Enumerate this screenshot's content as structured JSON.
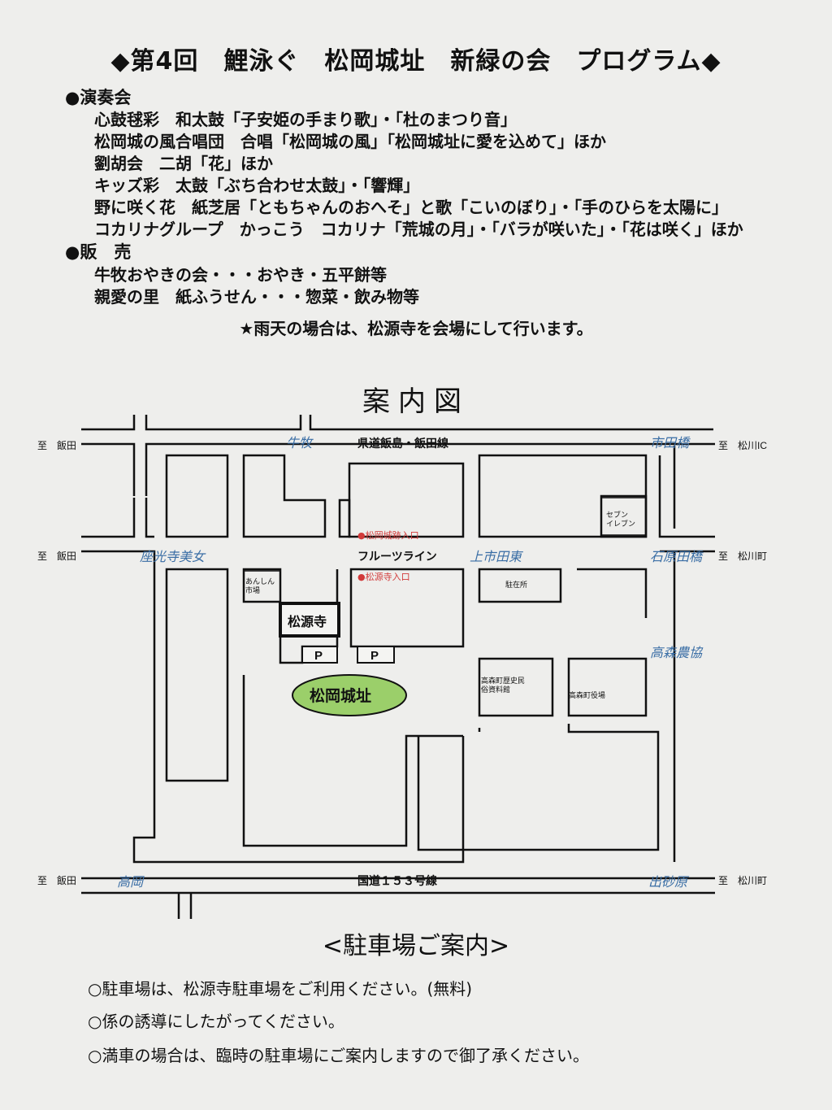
{
  "title": "◆第4回　鯉泳ぐ　松岡城址　新緑の会　プログラム◆",
  "program": {
    "performance_heading": "●演奏会",
    "performances": [
      "心鼓毬彩　和太鼓「子安姫の手まり歌」・「杜のまつり音」",
      "松岡城の風合唱団　合唱「松岡城の風」「松岡城址に愛を込めて」ほか",
      "劉胡会　二胡「花」ほか",
      "キッズ彩　太鼓「ぶち合わせ太鼓」・「響輝」",
      "野に咲く花　紙芝居「ともちゃんのおへそ」と歌「こいのぼり」・「手のひらを太陽に」",
      "コカリナグループ　かっこう　コカリナ「荒城の月」・「バラが咲いた」・「花は咲く」ほか"
    ],
    "sales_heading": "●販　売",
    "sales": [
      "牛牧おやきの会・・・おやき・五平餅等",
      "親愛の里　紙ふうせん・・・惣菜・飲み物等"
    ],
    "rain_note": "★雨天の場合は、松源寺を会場にして行います。"
  },
  "map": {
    "title": "案内図",
    "labels": {
      "to_iida_1": "至　飯田",
      "to_iida_2": "至　飯田",
      "to_iida_3": "至　飯田",
      "to_matsukawa_ic": "至　松川IC",
      "to_matsukawa_1": "至　松川町",
      "to_matsukawa_2": "至　松川町",
      "ushimaki": "牛牧",
      "prefectural_road": "県道飯島・飯田線",
      "ichidabashi": "市田橋",
      "seven_eleven": "セブン\nイレブン",
      "castle_entrance": "●松岡城跡入口",
      "zakoji_bijo": "座光寺美女",
      "fruit_line": "フルーツライン",
      "kamiichida_higashi": "上市田東",
      "ishiharatagahashi": "石原田橋",
      "anshin_market": "あんしん\n市場",
      "shogenji_entrance": "●松源寺入口",
      "police_box": "駐在所",
      "shogenji": "松源寺",
      "parking_1": "P",
      "parking_2": "P",
      "takamori_nokyo": "高森農協",
      "castle_site": "松岡城址",
      "history_museum": "高森町歴史民\n俗資料館",
      "town_office": "高森町役場",
      "takaoka": "高岡",
      "route153": "国道１５３号線",
      "desunahara": "出砂原"
    }
  },
  "parking": {
    "title": "<駐車場ご案内>",
    "items": [
      "○駐車場は、松源寺駐車場をご利用ください。(無料)",
      "○係の誘導にしたがってください。",
      "○満車の場合は、臨時の駐車場にご案内しますので御了承ください。"
    ]
  },
  "colors": {
    "road_label_blue": "#3a6ea5",
    "entrance_red": "#d23a3a",
    "castle_green": "#9bcf6a"
  }
}
